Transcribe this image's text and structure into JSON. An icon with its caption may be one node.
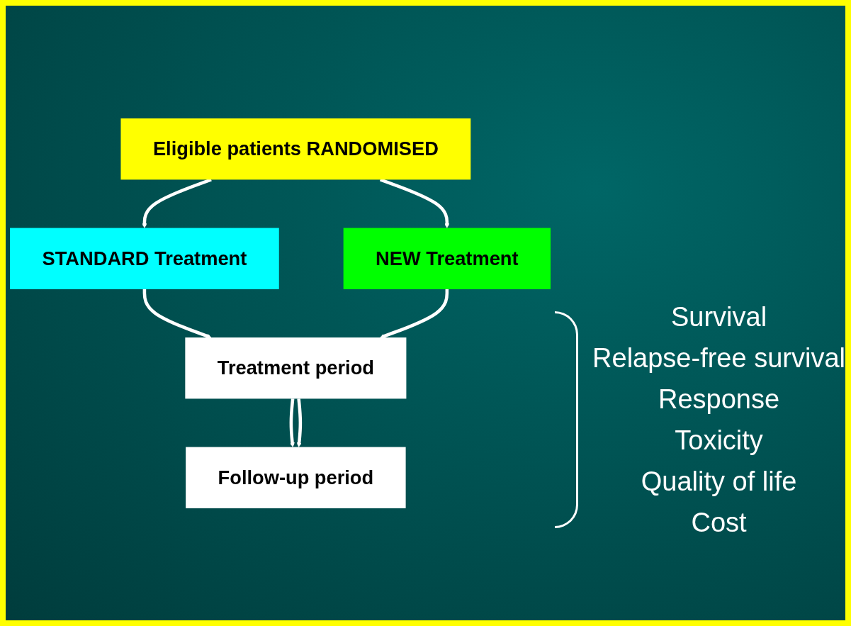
{
  "diagram": {
    "nodes": [
      {
        "text": [
          "Eligible patients RANDOMISED"
        ]
      },
      {
        "text": [
          "STANDARD Treatment"
        ]
      },
      {
        "text": [
          "NEW Treatment"
        ]
      },
      {
        "text": [
          "Treatment period"
        ]
      },
      {
        "text": [
          "Follow-up period"
        ]
      }
    ],
    "edges": [
      {
        "from": 0,
        "to": 1,
        "arrow": "to"
      },
      {
        "from": 0,
        "to": 2,
        "arrow": "to"
      },
      {
        "from": 1,
        "to": 3,
        "arrow": "to"
      },
      {
        "from": 2,
        "to": 3,
        "arrow": "to"
      },
      {
        "from": 3,
        "to": 4,
        "arrow": "to"
      },
      {
        "from": 3,
        "to": 4,
        "arrow": "to"
      }
    ],
    "labels": [
      "Survival",
      "Relapse-free survival",
      "Response",
      "Toxicity",
      "Quality of life",
      "Cost"
    ]
  }
}
